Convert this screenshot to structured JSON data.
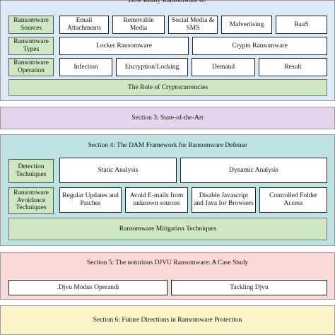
{
  "colors": {
    "section2_fill": "#daeaf8",
    "section3_fill": "#e6d4ec",
    "section4_fill": "#bfe3e3",
    "section5_fill": "#fbd9d9",
    "section6_fill": "#fdf3c8",
    "label_fill": "#cfe8c4"
  },
  "section2": {
    "title": "How Really Ransomware is?",
    "rows": [
      {
        "label": "Ransomware Sources",
        "items": [
          "Email Attachments",
          "Removable Media",
          "Social Media & SMS",
          "Malvertising",
          "RaaS"
        ]
      },
      {
        "label": "Ransomware Types",
        "items": [
          "Locker Ransomware",
          "Crypto Ransomware"
        ]
      },
      {
        "label": "Ransomware Operation",
        "items": [
          "Infection",
          "Encryption/Locking",
          "Demand",
          "Result"
        ]
      }
    ],
    "footer": "The Role of Cryptocurrencies"
  },
  "section3": {
    "title": "Section 3: State-of-the-Art"
  },
  "section4": {
    "title": "Section 4: The DAM Framework for Ransomware Defense",
    "rows": [
      {
        "label": "Detection Techniques",
        "items": [
          "Static Analysis",
          "Dynamic Analysis"
        ]
      },
      {
        "label": "Ransomware Avoidance Techniques",
        "items": [
          "Regular Updates and Patches",
          "Avoid E-mails from unknown sources",
          "Disable Javascript and Java for Browsers",
          "Controlled Folder Access"
        ]
      }
    ],
    "footer": "Ransomware Mitigation Techniques"
  },
  "section5": {
    "title": "Section 5: The notorious DJVU Ransomware: A Case Study",
    "items": [
      ".Djvu Modus Operandi",
      "Tackling Djvu"
    ]
  },
  "section6": {
    "title": "Section 6: Future Directions in Ransomware Protection"
  }
}
